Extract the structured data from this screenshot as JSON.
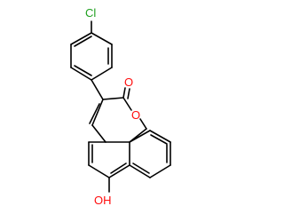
{
  "molecule": {
    "atoms": {
      "chlorine": "Cl",
      "ring_oxygen": "O",
      "carbonyl_oxygen": "O",
      "hydroxyl": "OH"
    },
    "colors": {
      "bond": "#000000",
      "heteroatom_oxygen": "#ff0d0d",
      "heteroatom_chlorine": "#1fa01f"
    }
  }
}
